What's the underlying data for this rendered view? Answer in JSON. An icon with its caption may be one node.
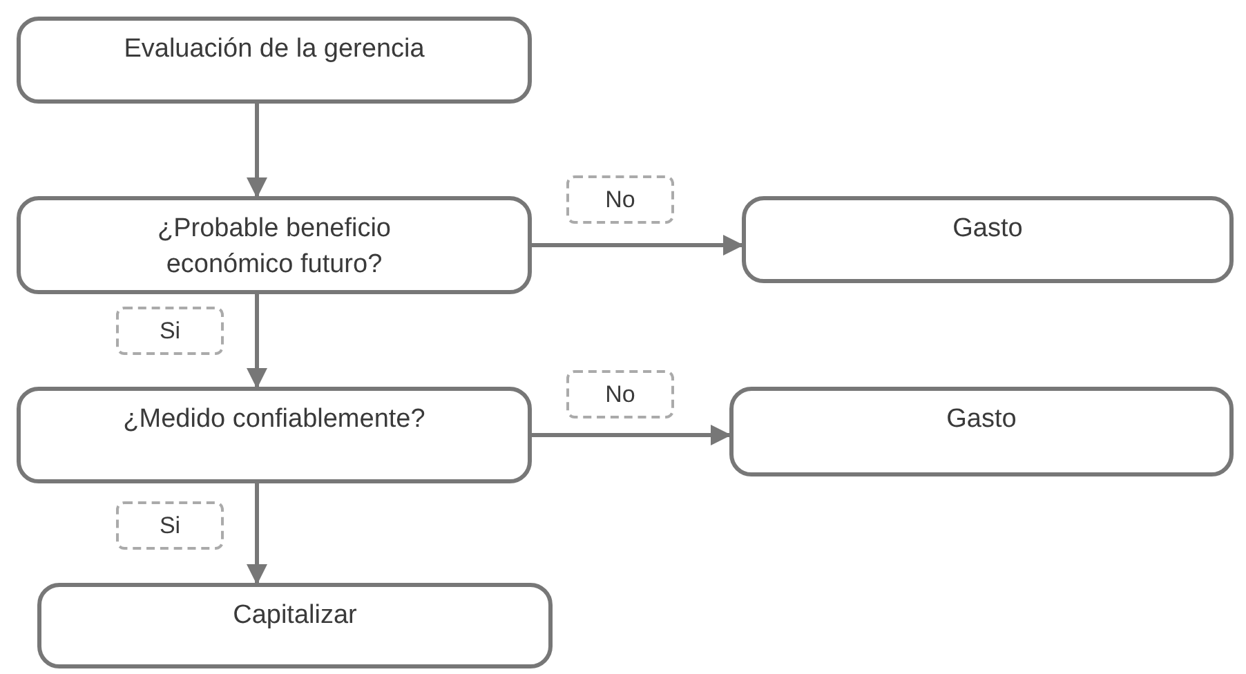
{
  "diagram": {
    "nodes": [
      {
        "text": [
          "Evaluación de la gerencia"
        ]
      },
      {
        "text": [
          "¿Probable beneficio económico futuro?"
        ]
      },
      {
        "text": [
          "Gasto"
        ]
      },
      {
        "text": [
          "¿Medido confiablemente?"
        ]
      },
      {
        "text": [
          "Gasto"
        ]
      },
      {
        "text": [
          "Capitalizar"
        ]
      }
    ],
    "edges": [
      {
        "from": 0,
        "to": 1,
        "arrow": "to"
      },
      {
        "from": 1,
        "to": 2,
        "arrow": "to",
        "label": "No"
      },
      {
        "from": 1,
        "to": 3,
        "arrow": "to",
        "label": "Si"
      },
      {
        "from": 3,
        "to": 4,
        "arrow": "to",
        "label": "No"
      },
      {
        "from": 3,
        "to": 5,
        "arrow": "to",
        "label": "Si"
      }
    ]
  }
}
